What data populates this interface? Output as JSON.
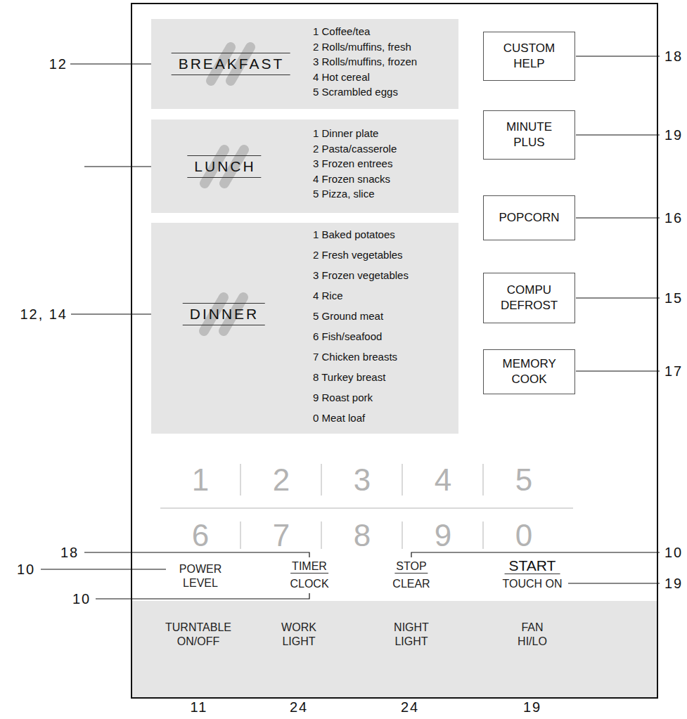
{
  "diagram": {
    "nodes": [
      {
        "text": [
          "BREAKFAST",
          "1 Coffee/tea",
          "2 Rolls/muffins, fresh",
          "3 Rolls/muffins, frozen",
          "4 Hot cereal",
          "5 Scrambled eggs"
        ]
      },
      {
        "text": [
          "LUNCH",
          "1 Dinner plate",
          "2 Pasta/casserole",
          "3 Frozen entrees",
          "4 Frozen snacks",
          "5 Pizza, slice"
        ]
      },
      {
        "text": [
          "DINNER",
          "1 Baked potatoes",
          "2 Fresh vegetables",
          "3 Frozen vegetables",
          "4 Rice",
          "5 Ground meat",
          "6 Fish/seafood",
          "7 Chicken breasts",
          "8 Turkey breast",
          "9 Roast pork",
          "0 Meat loaf"
        ]
      },
      {
        "text": [
          "CUSTOM HELP"
        ]
      },
      {
        "text": [
          "MINUTE PLUS"
        ]
      },
      {
        "text": [
          "POPCORN"
        ]
      },
      {
        "text": [
          "COMPU DEFROST"
        ]
      },
      {
        "text": [
          "MEMORY COOK"
        ]
      },
      {
        "text": [
          "TURNTABLE ON/OFF",
          "WORK LIGHT",
          "NIGHT LIGHT",
          "FAN HI/LO"
        ]
      }
    ],
    "labels": [
      "12",
      "12, 14",
      "18",
      "19",
      "16",
      "15",
      "17",
      "1",
      "2",
      "3",
      "4",
      "5",
      "6",
      "7",
      "8",
      "9",
      "0",
      "18",
      "POWER LEVEL",
      "TIMER",
      "CLOCK",
      "STOP",
      "CLEAR",
      "START",
      "TOUCH ON",
      "10",
      "10",
      "19",
      "10",
      "11",
      "24",
      "24",
      "19"
    ]
  }
}
